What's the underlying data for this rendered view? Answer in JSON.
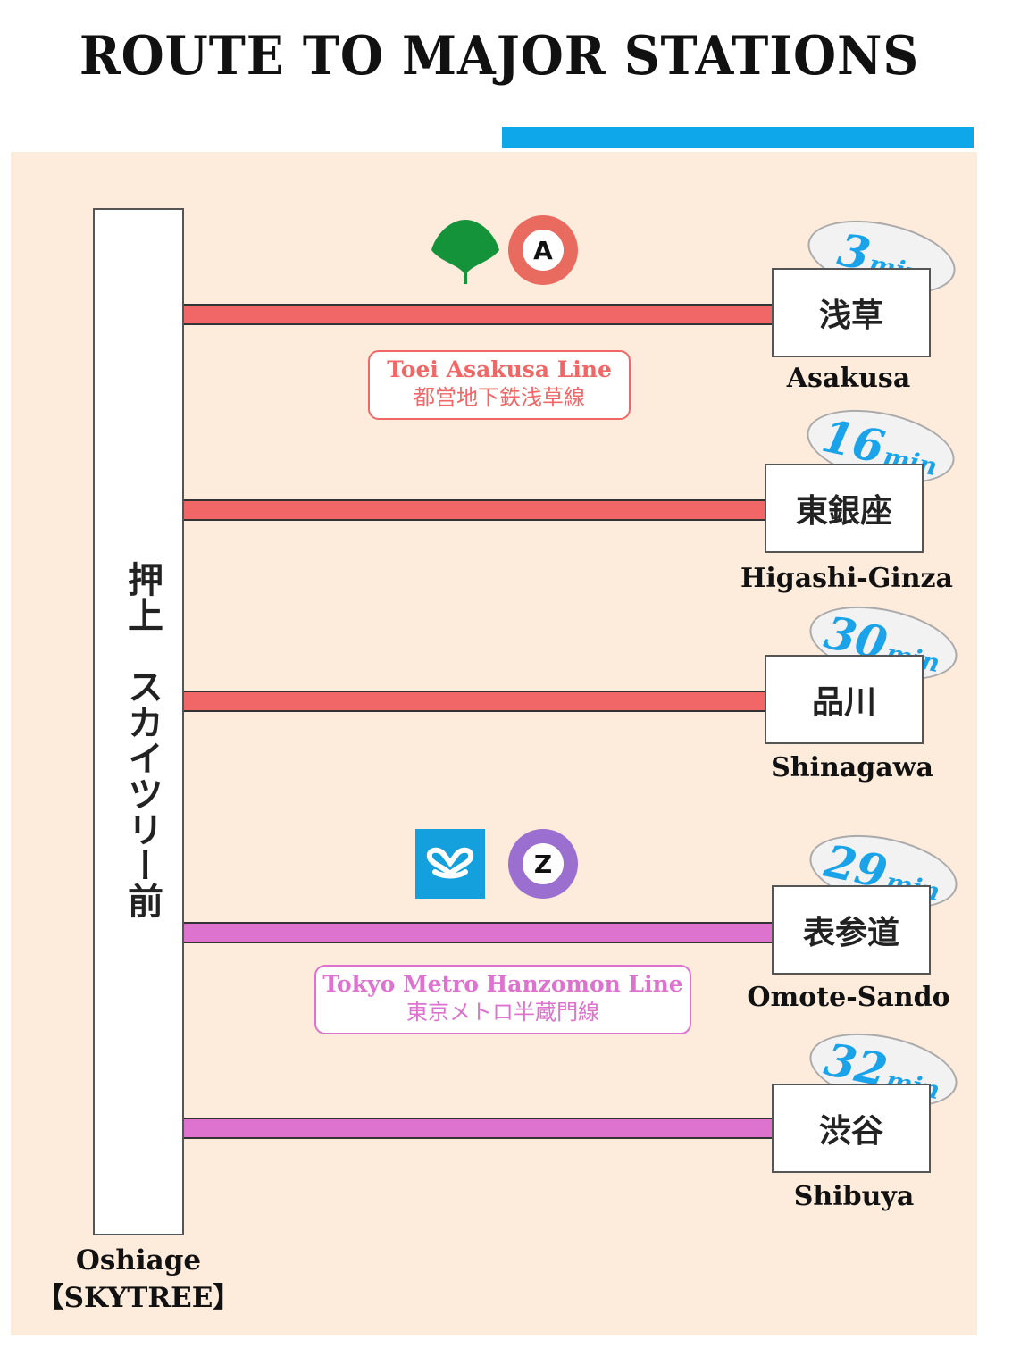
{
  "title": "ROUTE TO MAJOR STATIONS",
  "colors": {
    "accent_bar": "#0ea8ea",
    "panel_bg": "#fdebdc",
    "asakusa_line": "#f16767",
    "hanzomon_line": "#dd72cf",
    "time_text": "#1aa3e8",
    "toei_logo": "#14933a",
    "asakusa_badge": "#e96a5f",
    "metro_logo": "#14a0dc",
    "hanzomon_badge": "#9a6fcf"
  },
  "origin": {
    "name_jp": "押上　スカイツリー前",
    "name_en": "Oshiage",
    "subtitle_en": "【SKYTREE】"
  },
  "lines": [
    {
      "id": "asakusa",
      "label_en": "Toei Asakusa Line",
      "label_jp": "都営地下鉄浅草線",
      "operator_icon": "toei-ginkgo-icon",
      "line_badge": "A"
    },
    {
      "id": "hanzomon",
      "label_en": "Tokyo Metro Hanzomon Line",
      "label_jp": "東京メトロ半蔵門線",
      "operator_icon": "tokyo-metro-icon",
      "line_badge": "Z"
    }
  ],
  "stations": [
    {
      "name_jp": "浅草",
      "name_en": "Asakusa",
      "time": "3",
      "unit": "min",
      "line": "asakusa"
    },
    {
      "name_jp": "東銀座",
      "name_en": "Higashi-Ginza",
      "time": "16",
      "unit": "min",
      "line": "asakusa"
    },
    {
      "name_jp": "品川",
      "name_en": "Shinagawa",
      "time": "30",
      "unit": "min",
      "line": "asakusa"
    },
    {
      "name_jp": "表参道",
      "name_en": "Omote-Sando",
      "time": "29",
      "unit": "min",
      "line": "hanzomon"
    },
    {
      "name_jp": "渋谷",
      "name_en": "Shibuya",
      "time": "32",
      "unit": "min",
      "line": "hanzomon"
    }
  ]
}
